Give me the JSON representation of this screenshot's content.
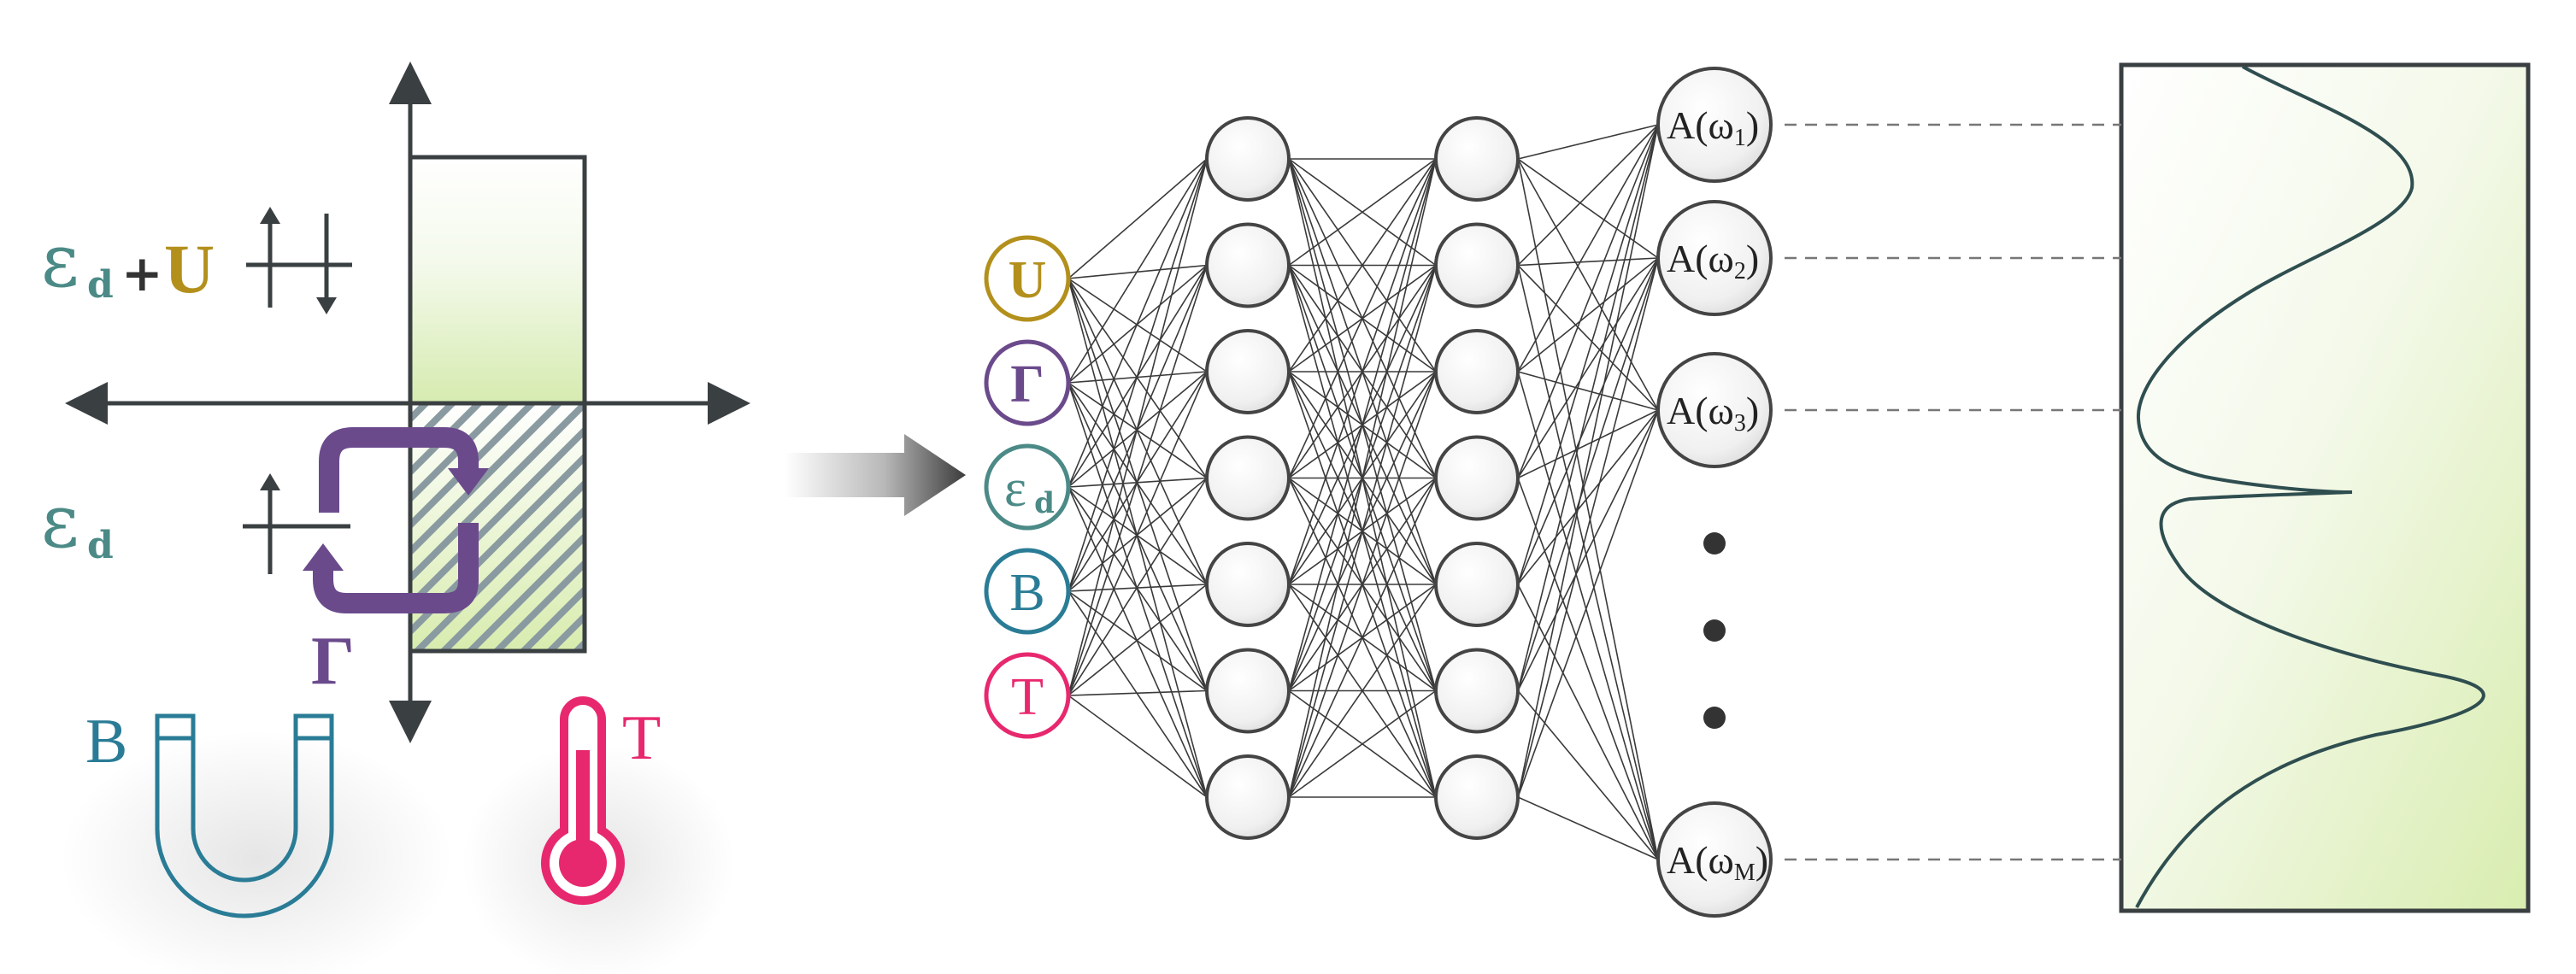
{
  "colors": {
    "teal": "#4b8a86",
    "gold": "#b3901c",
    "purple": "#6b4a8c",
    "blue": "#2a7c96",
    "magenta": "#e8286e",
    "axis": "#3a3f42",
    "node_fill": "#f3f3f3",
    "node_stroke": "#444444",
    "green_light": "#dcefb8"
  },
  "left_panel": {
    "eps_label": "ε",
    "eps_sub": "d",
    "plus": "+",
    "u_label": "U",
    "gamma_label": "Γ",
    "b_label": "B",
    "t_label": "T",
    "icons": [
      "spin-up-down-icon",
      "spin-up-icon",
      "hopping-cycle-icon",
      "magnet-icon",
      "thermometer-icon"
    ]
  },
  "network": {
    "inputs": [
      {
        "text": "U",
        "sub": "",
        "color": "#b3901c"
      },
      {
        "text": "Γ",
        "sub": "",
        "color": "#6b4a8c"
      },
      {
        "text": "ε",
        "sub": "d",
        "color": "#4b8a86"
      },
      {
        "text": "B",
        "sub": "",
        "color": "#2a7c96"
      },
      {
        "text": "T",
        "sub": "",
        "color": "#e8286e"
      }
    ],
    "hidden_layers": [
      7,
      7
    ],
    "outputs": [
      {
        "pre": "A(ω",
        "sub": "1",
        "post": ")"
      },
      {
        "pre": "A(ω",
        "sub": "2",
        "post": ")"
      },
      {
        "pre": "A(ω",
        "sub": "3",
        "post": ")"
      },
      {
        "pre": "A(ω",
        "sub": "M",
        "post": ")"
      }
    ]
  }
}
